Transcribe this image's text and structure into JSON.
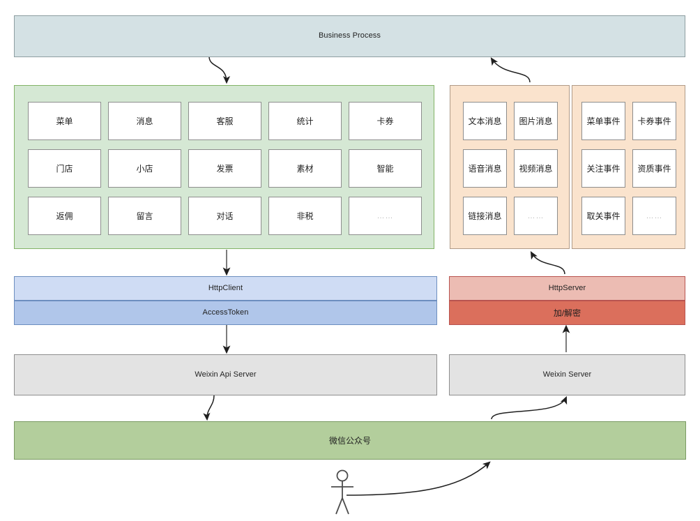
{
  "diagram": {
    "title": "WeChat Official Account Integration Architecture",
    "colors": {
      "business_process_fill": "#d4e1e4",
      "business_process_stroke": "#8d9ea1",
      "green_panel_fill": "#d5e8d4",
      "green_panel_stroke": "#82b366",
      "orange_panel_fill": "#fae3cd",
      "orange_panel_stroke": "#b09a87",
      "cell_fill": "#ffffff",
      "cell_stroke": "#8d8d8d",
      "httpclient_fill": "#cfdcf4",
      "accesstoken_fill": "#b0c6ea",
      "blue_stroke": "#6c8ebf",
      "httpserver_fill": "#ecbcb3",
      "crypto_fill": "#db6f5c",
      "red_stroke": "#b85450",
      "server_fill": "#e3e3e3",
      "server_stroke": "#8d8d8d",
      "mp_fill": "#b3ce9c",
      "mp_stroke": "#7a9a63",
      "edge_stroke": "#1f1f1f",
      "dots_color": "#b9b9b9"
    },
    "business_process": {
      "label": "Business Process"
    },
    "api_panel": {
      "name": "api-capability-panel",
      "cells": [
        {
          "label": "菜单"
        },
        {
          "label": "消息"
        },
        {
          "label": "客服"
        },
        {
          "label": "统计"
        },
        {
          "label": "卡券"
        },
        {
          "label": "门店"
        },
        {
          "label": "小店"
        },
        {
          "label": "发票"
        },
        {
          "label": "素材"
        },
        {
          "label": "智能"
        },
        {
          "label": "返佣"
        },
        {
          "label": "留言"
        },
        {
          "label": "对话"
        },
        {
          "label": "非税"
        },
        {
          "label": "……"
        }
      ]
    },
    "message_panel": {
      "name": "message-type-panel",
      "cells": [
        {
          "label": "文本消息"
        },
        {
          "label": "图片消息"
        },
        {
          "label": "语音消息"
        },
        {
          "label": "视频消息"
        },
        {
          "label": "链接消息"
        },
        {
          "label": "……"
        }
      ]
    },
    "event_panel": {
      "name": "event-type-panel",
      "cells": [
        {
          "label": "菜单事件"
        },
        {
          "label": "卡券事件"
        },
        {
          "label": "关注事件"
        },
        {
          "label": "资质事件"
        },
        {
          "label": "取关事件"
        },
        {
          "label": "……"
        }
      ]
    },
    "bars": {
      "http_client": "HttpClient",
      "access_token": "AccessToken",
      "http_server": "HttpServer",
      "crypto": "加/解密",
      "weixin_api_server": "Weixin Api Server",
      "weixin_server": "Weixin Server",
      "official_account": "微信公众号"
    },
    "actor": {
      "label": ""
    }
  }
}
